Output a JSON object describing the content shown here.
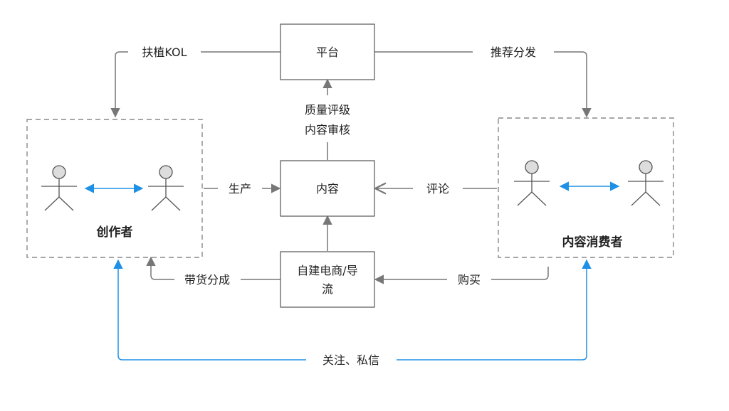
{
  "nodes": {
    "platform": "平台",
    "content": "内容",
    "ecommerce_line1": "自建电商/导",
    "ecommerce_line2": "流",
    "creators": "创作者",
    "consumers": "内容消费者"
  },
  "edges": {
    "support_kol": "扶植KOL",
    "recommend": "推荐分发",
    "review_line1": "质量评级",
    "review_line2": "内容审核",
    "produce": "生产",
    "comment": "评论",
    "revenue_share": "带货分成",
    "purchase": "购买",
    "follow_dm": "关注、私信"
  },
  "colors": {
    "gray_line": "#777777",
    "box_border": "#555555",
    "dashed_border": "#888888",
    "blue_accent": "#1e90e6",
    "actor_fill": "#dddddd"
  }
}
